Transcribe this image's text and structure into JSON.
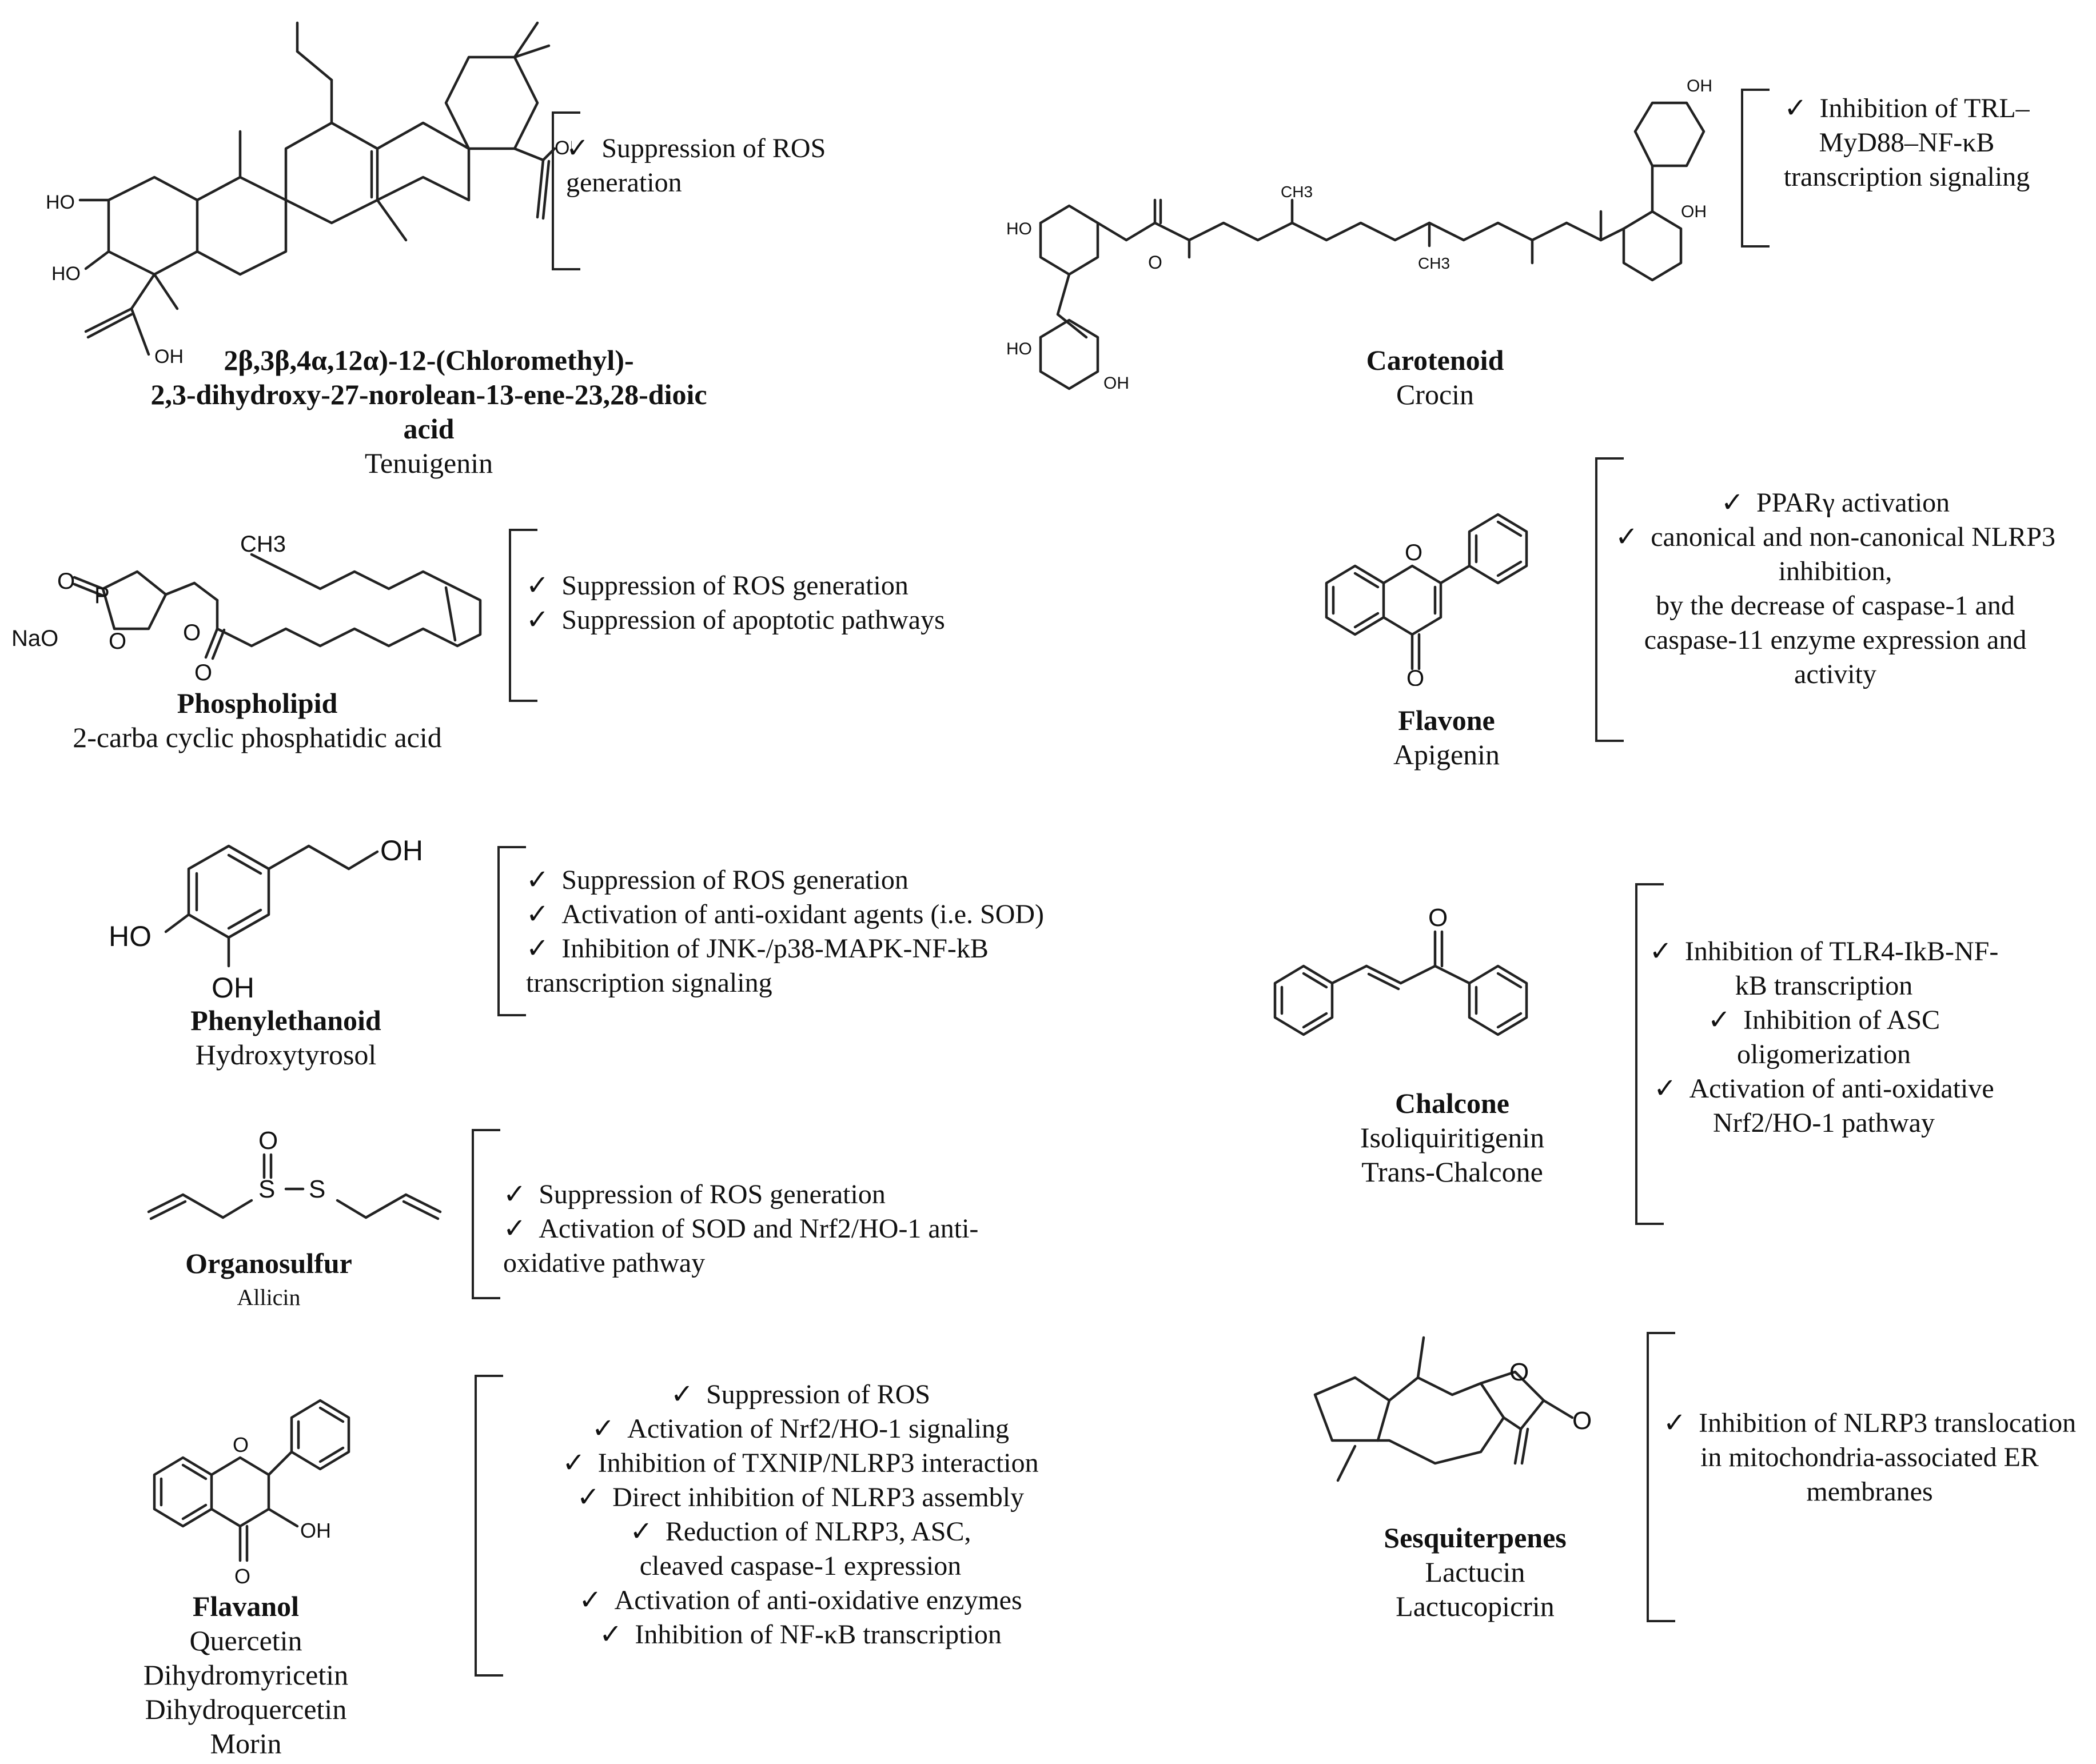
{
  "check_glyph": "✓",
  "panels": [
    {
      "id": "tenuigenin",
      "class_label": "",
      "names": [
        "2β,3β,4α,12α)-12-(Chloromethyl)-",
        "2,3-dihydroxy-27-norolean-13-ene-23,28-dioic acid",
        "Tenuigenin"
      ],
      "effects": [
        "Suppression of ROS generation"
      ]
    },
    {
      "id": "crocin",
      "class_label": "Carotenoid",
      "names": [
        "Crocin"
      ],
      "effects": [
        "Inhibition of TRL–MyD88–NF-κB transcription signaling"
      ]
    },
    {
      "id": "phospholipid",
      "class_label": "Phospholipid",
      "names": [
        "2-carba cyclic phosphatidic acid"
      ],
      "effects": [
        "Suppression of ROS generation",
        "Suppression of apoptotic pathways"
      ]
    },
    {
      "id": "apigenin",
      "class_label": "Flavone",
      "names": [
        "Apigenin"
      ],
      "effects": [
        "PPARγ activation",
        "canonical and non-canonical NLRP3 inhibition,",
        "by the decrease of caspase-1 and caspase-11 enzyme expression and activity"
      ]
    },
    {
      "id": "hydroxytyrosol",
      "class_label": "Phenylethanoid",
      "names": [
        "Hydroxytyrosol"
      ],
      "effects": [
        "Suppression of ROS generation",
        "Activation of anti-oxidant agents (i.e. SOD)",
        "Inhibition of JNK-/p38-MAPK-NF-kB transcription signaling"
      ]
    },
    {
      "id": "chalcone",
      "class_label": "Chalcone",
      "names": [
        "Isoliquiritigenin",
        "Trans-Chalcone"
      ],
      "effects": [
        "Inhibition of TLR4-IkB-NF-kB transcription",
        "Inhibition of ASC oligomerization",
        "Activation of anti-oxidative Nrf2/HO-1 pathway"
      ]
    },
    {
      "id": "allicin",
      "class_label": "Organosulfur",
      "names": [
        "Allicin"
      ],
      "effects": [
        "Suppression of ROS generation",
        "Activation of SOD and Nrf2/HO-1 anti-oxidative pathway"
      ]
    },
    {
      "id": "flavanol",
      "class_label": "Flavanol",
      "names": [
        "Quercetin",
        "Dihydromyricetin",
        "Dihydroquercetin",
        "Morin"
      ],
      "effects": [
        "Suppression of ROS",
        "Activation of Nrf2/HO-1 signaling",
        "Inhibition of TXNIP/NLRP3 interaction",
        "Direct inhibition of NLRP3 assembly",
        "Reduction of NLRP3, ASC, cleaved caspase-1 expression",
        "Activation of anti-oxidative enzymes",
        "Inhibition of NF-κB transcription"
      ]
    },
    {
      "id": "sesquiterpenes",
      "class_label": "Sesquiterpenes",
      "names": [
        "Lactucin",
        "Lactucopicrin"
      ],
      "effects": [
        "Inhibition of NLRP3 translocation in mitochondria-associated ER membranes"
      ]
    }
  ],
  "atoms": {
    "oh": "OH",
    "ho": "HO",
    "o": "O",
    "s": "S",
    "p": "P",
    "nao": "NaO",
    "ch3": "CH3"
  }
}
